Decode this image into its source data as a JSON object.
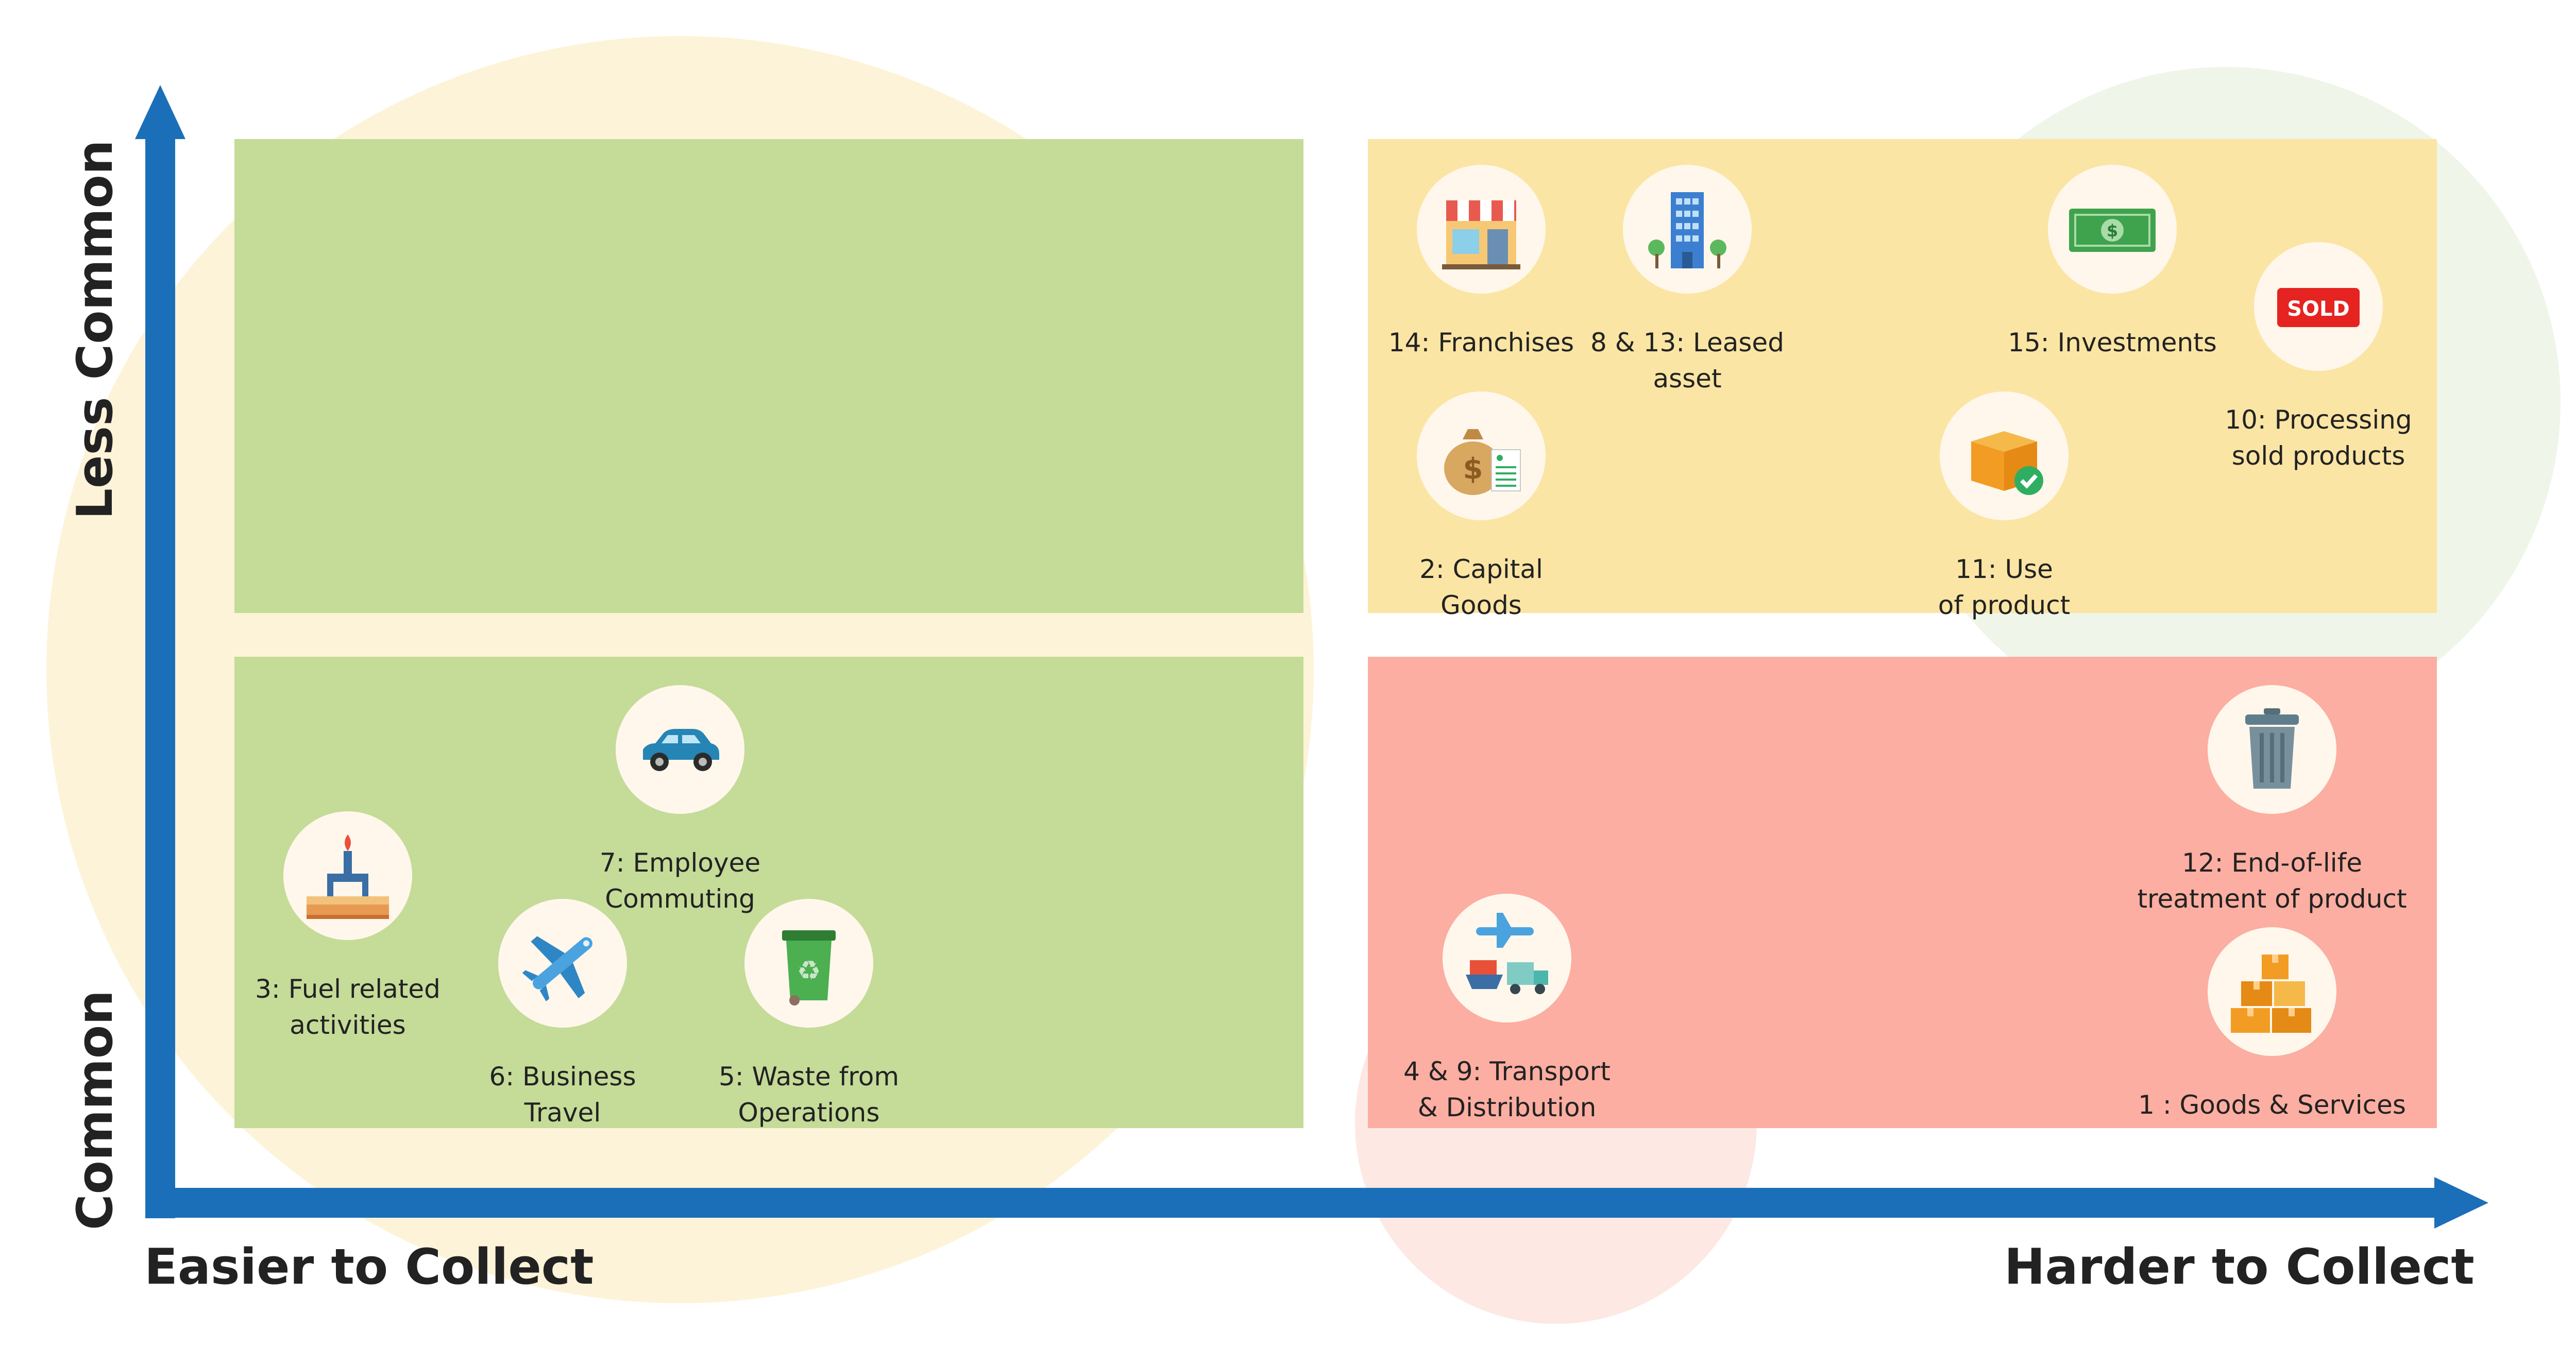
{
  "axes": {
    "y_top_label": "Less Common",
    "y_bottom_label": "Common",
    "x_left_label": "Easier to Collect",
    "x_right_label": "Harder to Collect"
  },
  "colors": {
    "axis": "#1b6fb8",
    "green_quadrant": "#c5db98",
    "yellow_quadrant": "#fbe5a4",
    "red_quadrant": "#fbaea1",
    "bg_yellow_circle": "#fdf3d8",
    "bg_green_circle": "#eff5e8",
    "bg_red_circle": "#fde8e4"
  },
  "items": [
    {
      "key": "franchises",
      "label": "14: Franchises",
      "icon": "storefront-icon"
    },
    {
      "key": "leased",
      "label": "8 & 13: Leased\nasset",
      "icon": "office-building-icon"
    },
    {
      "key": "investments",
      "label": "15: Investments",
      "icon": "money-bill-icon"
    },
    {
      "key": "processing",
      "label": "10: Processing\nsold products",
      "icon": "sold-sign-icon",
      "icon_text": "SOLD"
    },
    {
      "key": "capital",
      "label": "2: Capital\nGoods",
      "icon": "money-bag-icon"
    },
    {
      "key": "use",
      "label": "11: Use\nof product",
      "icon": "box-check-icon"
    },
    {
      "key": "commuting",
      "label": "7: Employee\nCommuting",
      "icon": "car-icon"
    },
    {
      "key": "fuel",
      "label": "3: Fuel related\nactivities",
      "icon": "fuel-extraction-icon"
    },
    {
      "key": "travel",
      "label": "6: Business\nTravel",
      "icon": "airplane-icon"
    },
    {
      "key": "waste",
      "label": "5: Waste from\nOperations",
      "icon": "recycle-bin-icon"
    },
    {
      "key": "endoflife",
      "label": "12: End-of-life\ntreatment of product",
      "icon": "trash-can-icon"
    },
    {
      "key": "transport",
      "label": "4 & 9: Transport\n& Distribution",
      "icon": "transport-icon"
    },
    {
      "key": "goods",
      "label": "1 : Goods & Services",
      "icon": "stacked-boxes-icon"
    }
  ]
}
